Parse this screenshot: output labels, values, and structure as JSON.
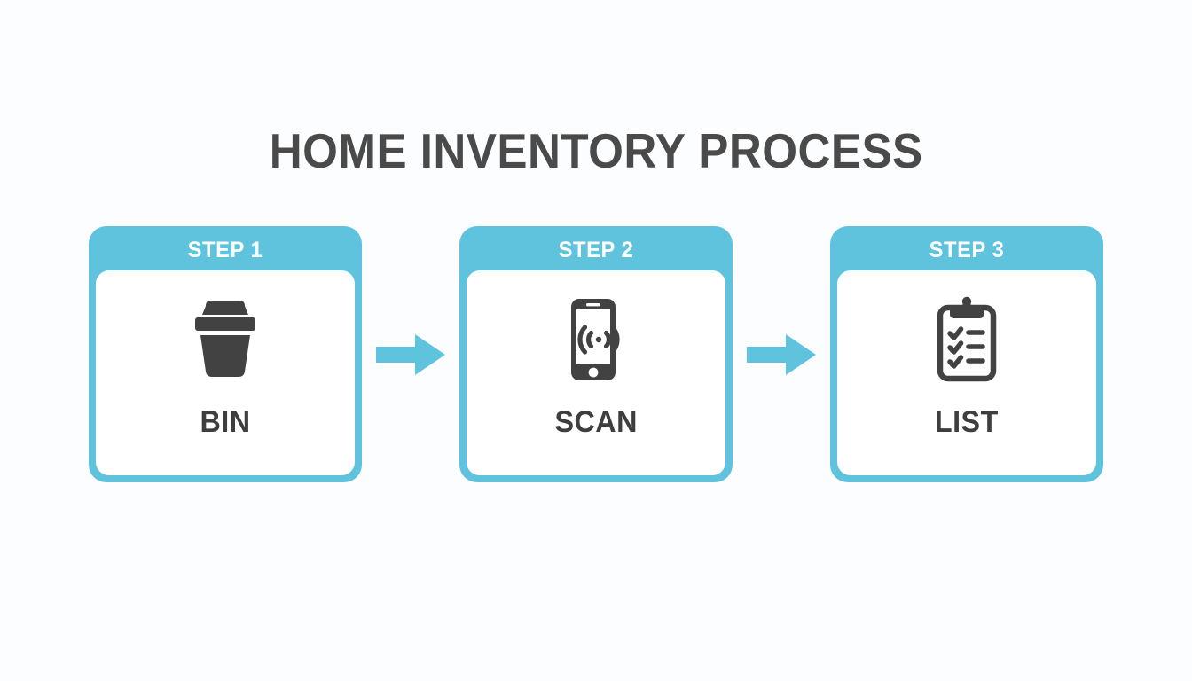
{
  "page": {
    "title": "HOME INVENTORY PROCESS",
    "background_color": "#fcfdfe",
    "accent_color": "#5fc3de",
    "dark_color": "#3e3e3e"
  },
  "steps": [
    {
      "header": "STEP 1",
      "label": "BIN",
      "icon": "bin-icon"
    },
    {
      "header": "STEP 2",
      "label": "SCAN",
      "icon": "smartphone-scan-icon"
    },
    {
      "header": "STEP 3",
      "label": "LIST",
      "icon": "clipboard-checklist-icon"
    }
  ],
  "connectors": [
    {
      "icon": "arrow-right-icon"
    },
    {
      "icon": "arrow-right-icon"
    }
  ]
}
